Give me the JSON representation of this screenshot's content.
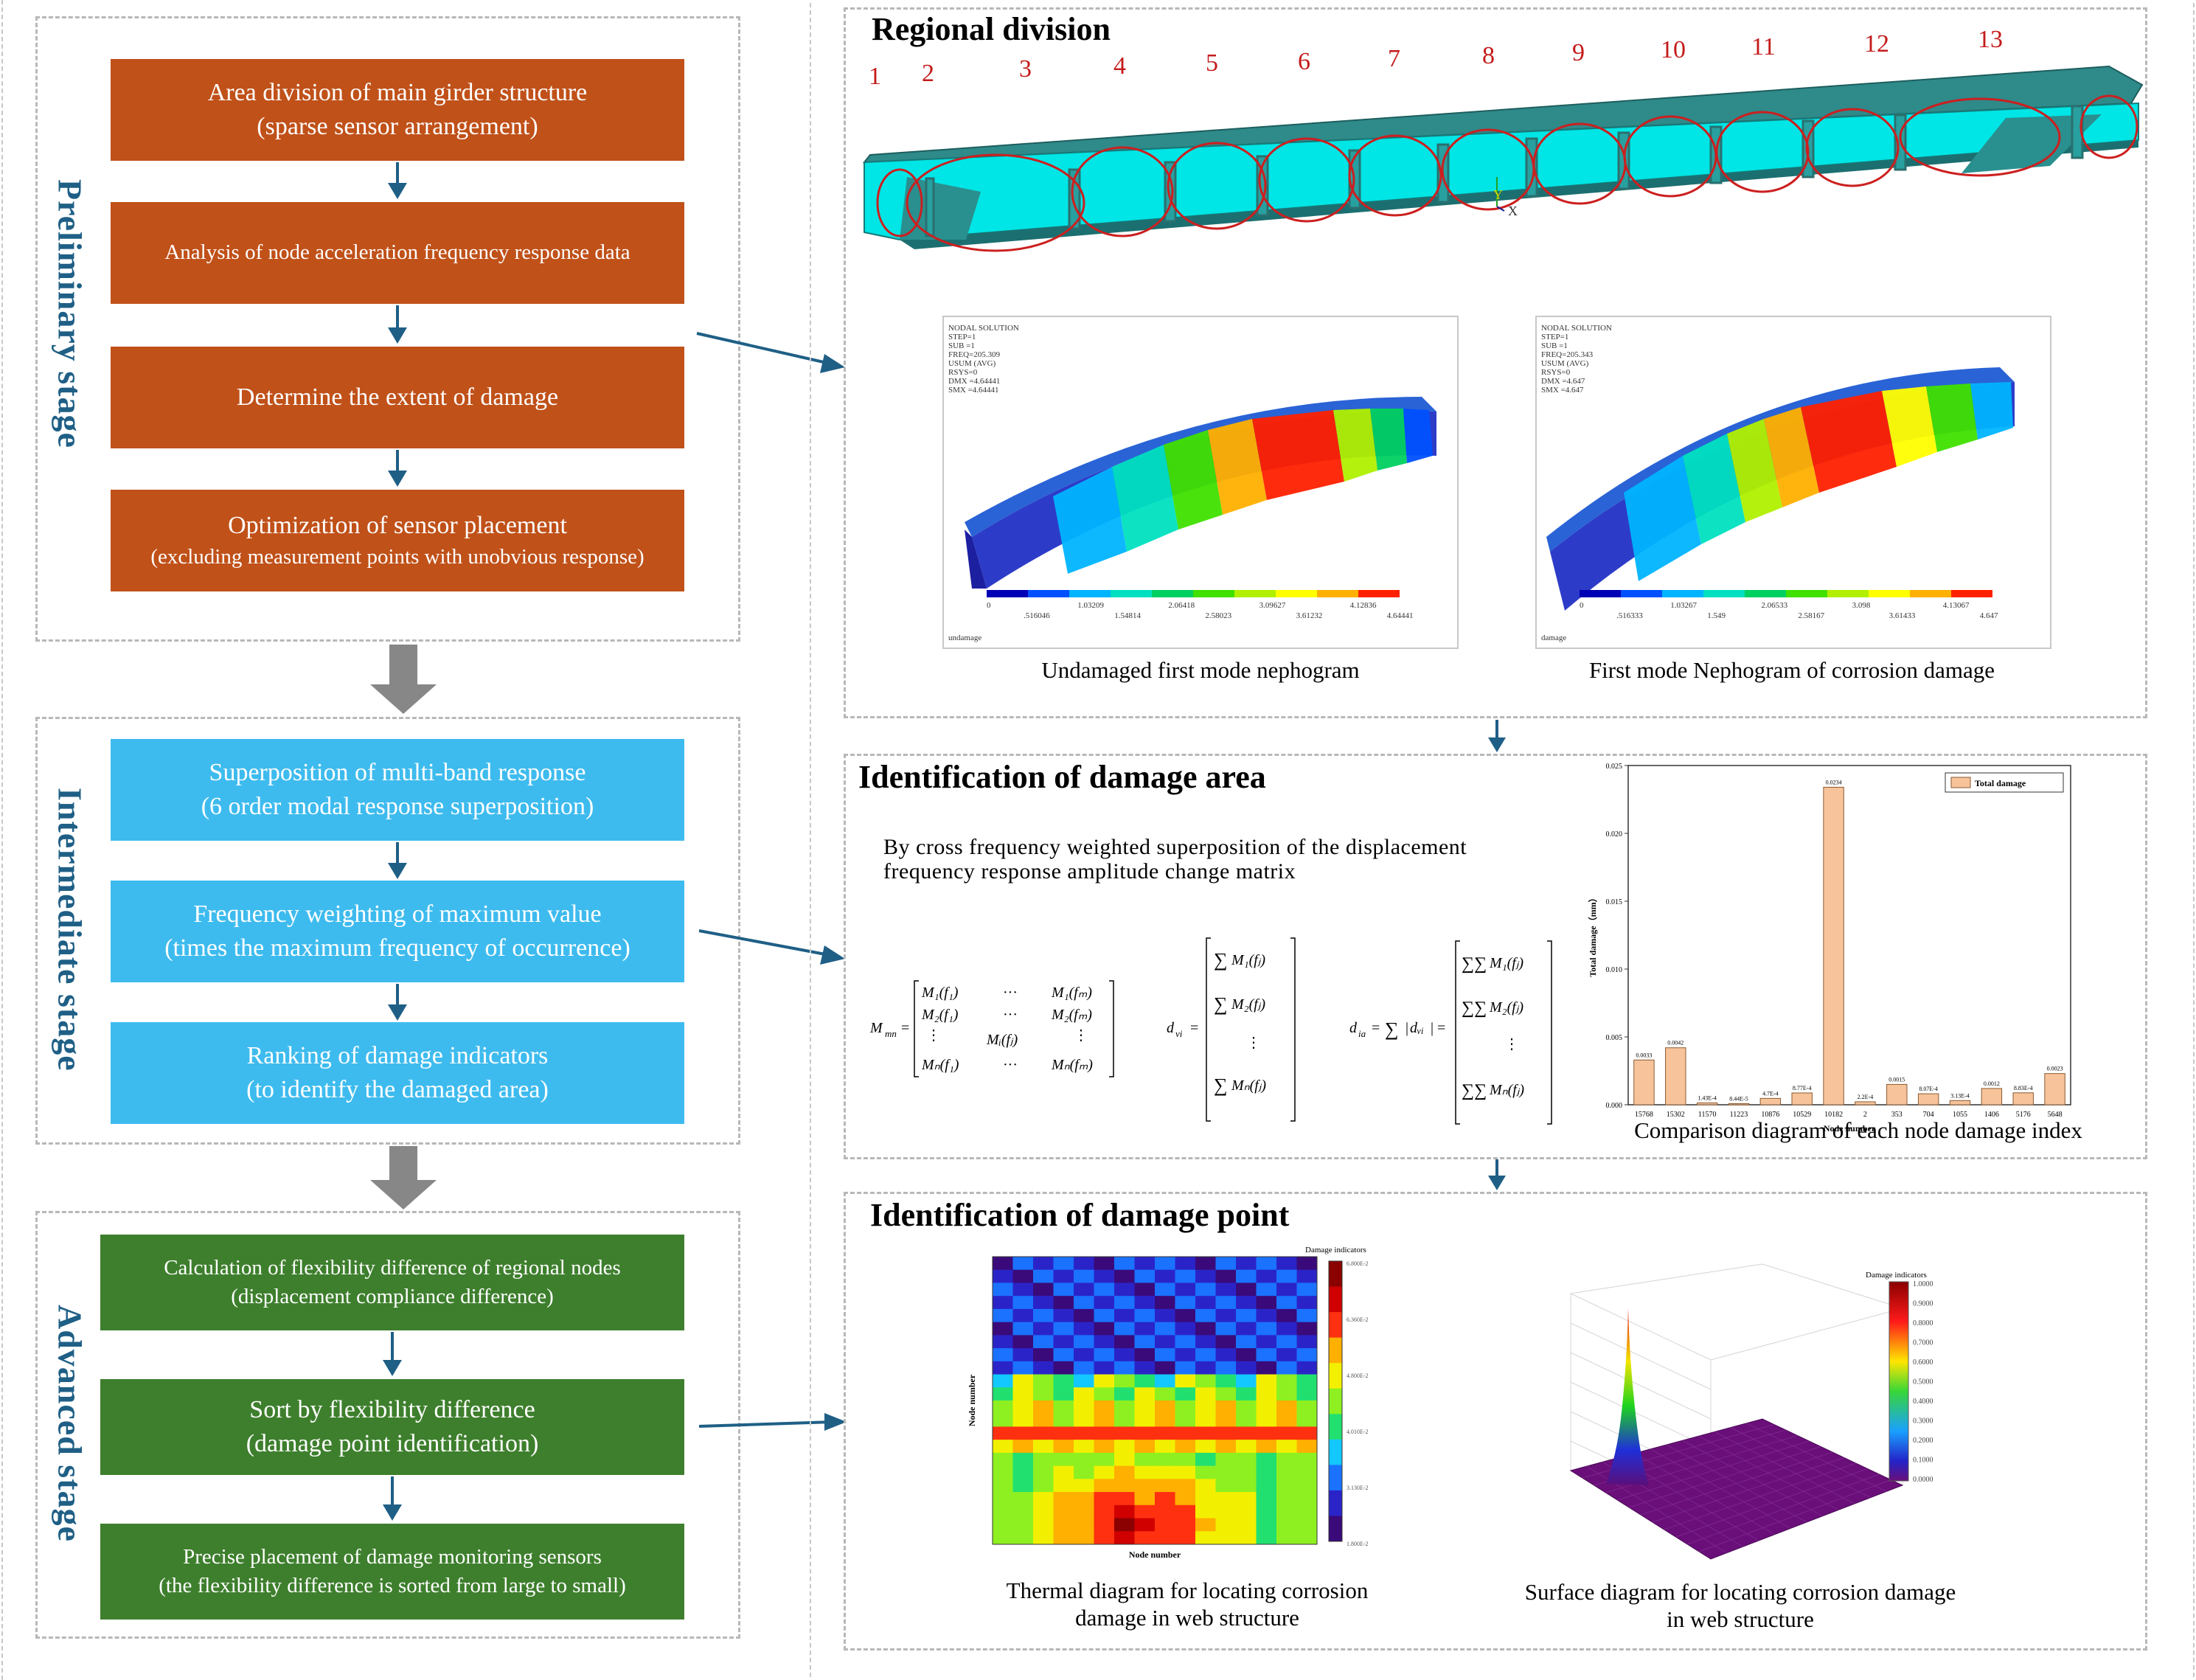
{
  "stages": {
    "preliminary": "Preliminary stage",
    "intermediate": "Intermediate stage",
    "advanced": "Advanced stage"
  },
  "steps": {
    "s1": {
      "line1": "Area division of main girder structure",
      "line2": "(sparse sensor arrangement)"
    },
    "s2": {
      "line1": "Analysis of node acceleration frequency response data"
    },
    "s3": {
      "line1": "Determine the extent of damage"
    },
    "s4": {
      "line1": "Optimization of sensor placement",
      "line2": "(excluding measurement points with unobvious response)"
    },
    "s5": {
      "line1": "Superposition of multi-band response",
      "line2": "(6 order modal response superposition)"
    },
    "s6": {
      "line1": "Frequency weighting of maximum value",
      "line2": "(times the maximum frequency of occurrence)"
    },
    "s7": {
      "line1": "Ranking of damage indicators",
      "line2": "(to identify the damaged area)"
    },
    "s8": {
      "line1": "Calculation of flexibility difference of regional nodes",
      "line2": "(displacement compliance difference)"
    },
    "s9": {
      "line1": "Sort by flexibility difference",
      "line2": "(damage point identification)"
    },
    "s10": {
      "line1": "Precise placement of damage monitoring sensors",
      "line2": "(the flexibility difference is sorted from large to small)"
    }
  },
  "regional": {
    "title": "Regional division",
    "region_numbers": [
      "1",
      "2",
      "3",
      "4",
      "5",
      "6",
      "7",
      "8",
      "9",
      "10",
      "11",
      "12",
      "13"
    ],
    "axis_y": "Y",
    "axis_x": "X",
    "nephogram_left": {
      "caption": "Undamaged first mode nephogram",
      "header": [
        "NODAL SOLUTION",
        "STEP=1",
        "SUB =1",
        "FREQ=205.309",
        "USUM      (AVG)",
        "RSYS=0",
        "DMX =4.64441",
        "SMX =4.64441"
      ],
      "scale_top": [
        "0",
        "1.03209",
        "2.06418",
        "3.09627",
        "4.12836"
      ],
      "scale_bottom": [
        ".516046",
        "1.54814",
        "2.58023",
        "3.61232",
        "4.64441"
      ],
      "tag": "undamage"
    },
    "nephogram_right": {
      "caption": "First mode Nephogram of corrosion damage",
      "header": [
        "NODAL SOLUTION",
        "STEP=1",
        "SUB =1",
        "FREQ=205.343",
        "USUM      (AVG)",
        "RSYS=0",
        "DMX =4.647",
        "SMX =4.647"
      ],
      "scale_top": [
        "0",
        "1.03267",
        "2.06533",
        "3.098",
        "4.13067"
      ],
      "scale_bottom": [
        ".516333",
        "1.549",
        "2.58167",
        "3.61433",
        "4.647"
      ],
      "tag": "damage"
    },
    "colorbar": [
      "#0000b4",
      "#0050ff",
      "#00b4ff",
      "#00e0c0",
      "#00d060",
      "#40e000",
      "#b0f000",
      "#ffff00",
      "#ffb000",
      "#ff2000"
    ]
  },
  "area": {
    "title": "Identification of damage area",
    "description_line1": "By cross frequency weighted superposition of the displacement",
    "description_line2": "frequency response amplitude change matrix",
    "formula_M": "M",
    "formula_d": "d",
    "formula_dia": "d",
    "caption": "Comparison diagram of each node damage index"
  },
  "chart_data": [
    {
      "type": "bar",
      "title": "",
      "legend": "Total damage",
      "xlabel": "Node number",
      "ylabel": "Total damage（mm）",
      "ylim": [
        0,
        0.025
      ],
      "yticks": [
        "0.000",
        "0.005",
        "0.010",
        "0.015",
        "0.020",
        "0.025"
      ],
      "categories": [
        "15768",
        "15302",
        "11570",
        "11223",
        "10876",
        "10529",
        "10182",
        "2",
        "353",
        "704",
        "1055",
        "1406",
        "5176",
        "5648"
      ],
      "values": [
        0.0033,
        0.0042,
        0.00014,
        8.4e-05,
        0.00047,
        0.00087,
        0.0234,
        0.00022,
        0.0015,
        0.00081,
        0.00031,
        0.0012,
        0.00088,
        0.0023
      ],
      "value_labels": [
        "0.0033",
        "0.0042",
        "1.43E-4",
        "8.44E-5",
        "4.7E-4",
        "8.77E-4",
        "0.0234",
        "2.2E-4",
        "0.0015",
        "8.07E-4",
        "3.13E-4",
        "0.0012",
        "8.83E-4",
        "0.0023"
      ],
      "bar_color": "#f7c39a"
    }
  ],
  "point": {
    "title": "Identification of damage point",
    "heatmap": {
      "ylabel": "Node number",
      "xlabel": "Node number",
      "legend_title": "Damage indicators",
      "ticks": [
        "6.800E-2",
        "6.360E-2",
        "4.800E-2",
        "4.010E-2",
        "3.130E-2",
        "1.800E-2"
      ],
      "caption_line1": "Thermal diagram for locating corrosion",
      "caption_line2": "damage in web structure"
    },
    "surface": {
      "legend_title": "Damage indicators",
      "ticks": [
        "1.0000",
        "0.9000",
        "0.8000",
        "0.7000",
        "0.6000",
        "0.5000",
        "0.4000",
        "0.3000",
        "0.2000",
        "0.1000",
        "0.0000"
      ],
      "zlabel": "Damage indicators",
      "caption_line1": "Surface diagram for locating corrosion damage",
      "caption_line2": "in web structure"
    }
  }
}
